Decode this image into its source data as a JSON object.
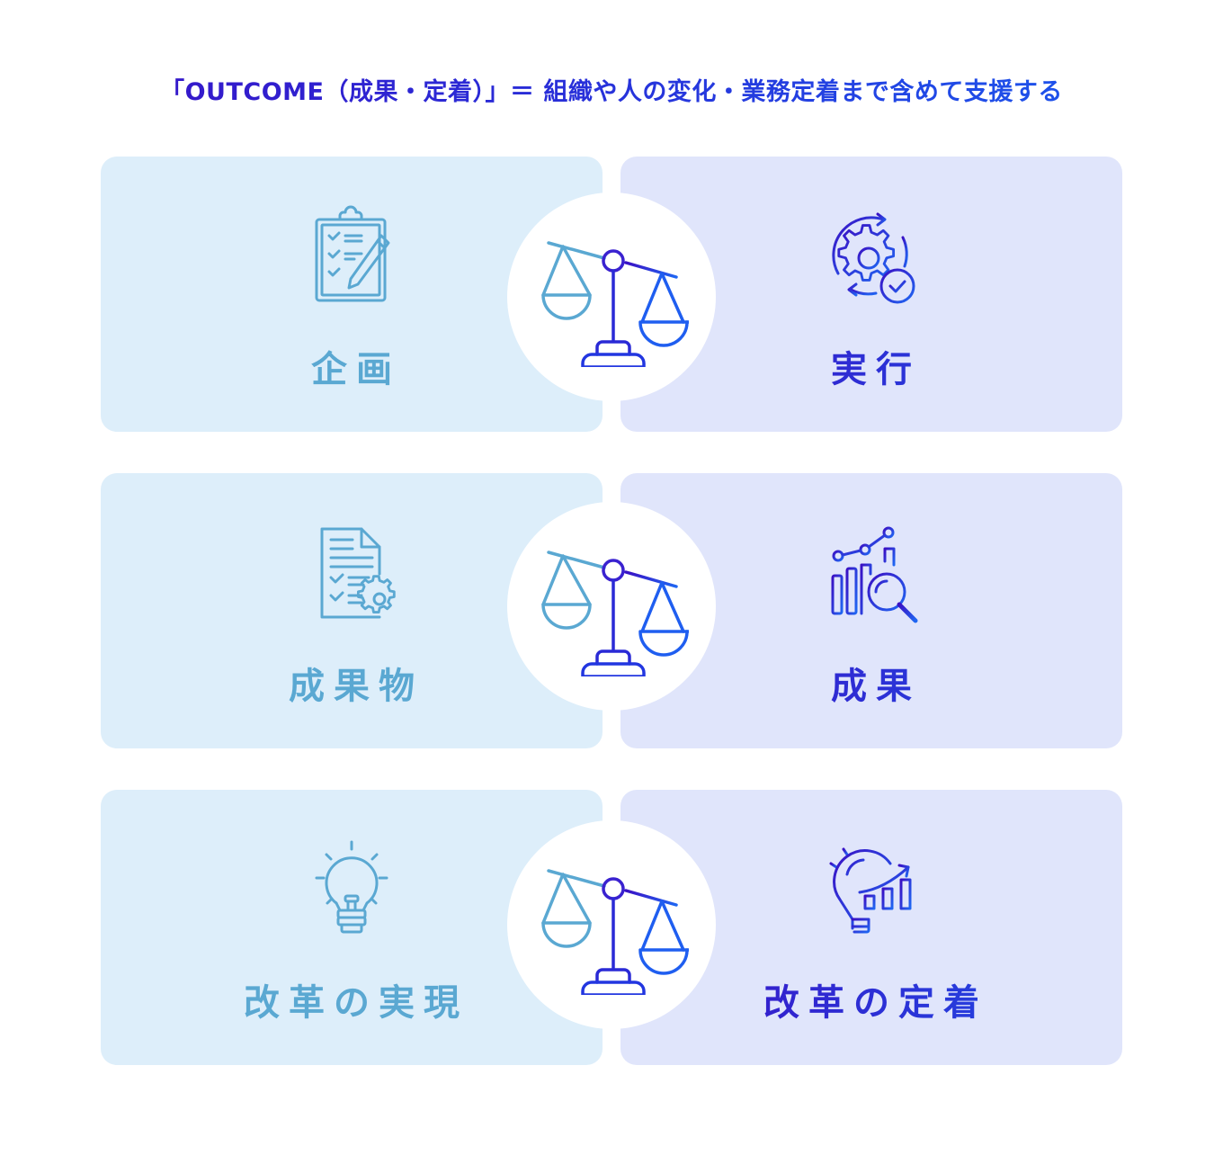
{
  "headline": "「OUTCOME（成果・定着）」＝ 組織や人の変化・業務定着まで含めて支援する",
  "rows": [
    {
      "left": {
        "label": "企画",
        "icon": "clipboard-checklist-icon"
      },
      "right": {
        "label": "実行",
        "icon": "gear-cycle-check-icon"
      },
      "center_icon": "balance-scale-icon"
    },
    {
      "left": {
        "label": "成果物",
        "icon": "document-gear-icon"
      },
      "right": {
        "label": "成果",
        "icon": "chart-magnifier-icon"
      },
      "center_icon": "balance-scale-icon"
    },
    {
      "left": {
        "label": "改革の実現",
        "icon": "lightbulb-icon"
      },
      "right": {
        "label": "改革の定着",
        "icon": "lightbulb-growth-chart-icon"
      },
      "center_icon": "balance-scale-icon"
    }
  ],
  "colors": {
    "left_panel_bg": "#ddeefa",
    "right_panel_bg": "#e0e5fb",
    "left_accent": "#5aa8d2",
    "right_accent_start": "#3a10c4",
    "right_accent_end": "#1f5ef0"
  }
}
